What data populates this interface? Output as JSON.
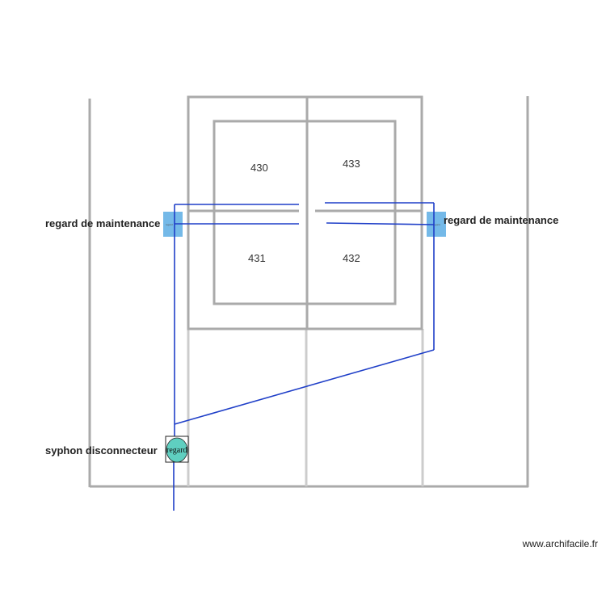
{
  "rooms": {
    "r430": "430",
    "r433": "433",
    "r431": "431",
    "r432": "432"
  },
  "labels": {
    "regard_left": "regard de maintenance",
    "regard_right": "regard de maintenance",
    "syphon": "syphon disconnecteur",
    "regard_symbol": "regard",
    "regard_tiny_left": "regard",
    "regard_tiny_right": "regard"
  },
  "credit": "www.archifacile.fr",
  "colors": {
    "walls": "#aaaaaa",
    "light_walls": "#cccccc",
    "pipe": "#1f3fc8",
    "regard_box": "#74b9e8",
    "syphon_fill": "#5fcfc0"
  }
}
